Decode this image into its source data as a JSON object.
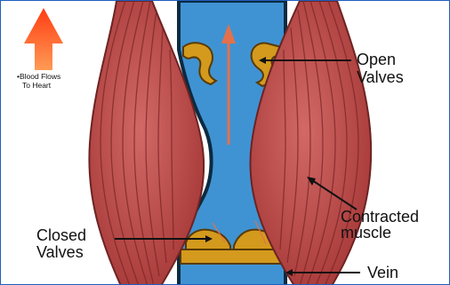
{
  "labels": {
    "blood_flows": [
      "•Blood Flows",
      "To Heart"
    ],
    "open_valves": [
      "Open",
      "Valves"
    ],
    "contracted_muscle": [
      "Contracted",
      "muscle"
    ],
    "closed_valves": [
      "Closed",
      "Valves"
    ],
    "vein": "Vein"
  },
  "colors": {
    "frame_border": "#1f5fbf",
    "vein_blood": "#3f93d3",
    "vein_wall": "#0c2a40",
    "valve": "#d39a1d",
    "muscle": "#c25350",
    "muscle_striation": "#7a2626",
    "flow_arrow": "#ff4a1a",
    "inner_arrow": "#e5704a"
  }
}
